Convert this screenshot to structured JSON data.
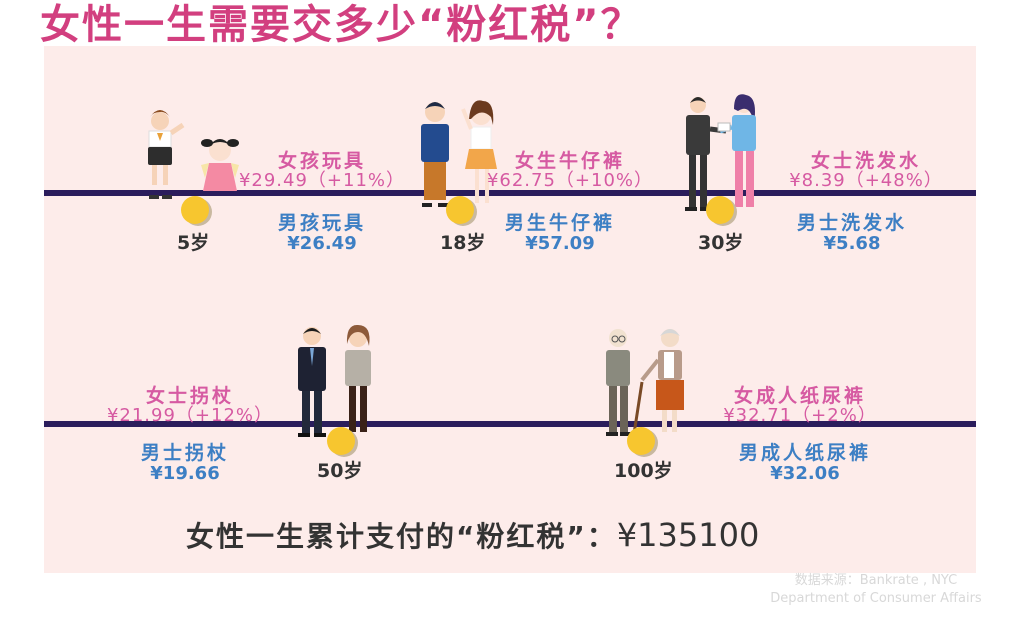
{
  "title": "女性一生需要交多少“粉红税”？",
  "colors": {
    "title": "#d23f7f",
    "female_text": "#d65aa2",
    "male_text": "#3d7fc4",
    "timeline": "#2b1d5c",
    "panel_bg": "#fdecea",
    "coin": "#f7c62f"
  },
  "stages": [
    {
      "age": "5岁",
      "female_item": "女孩玩具",
      "female_price": "¥29.49（+11%）",
      "male_item": "男孩玩具",
      "male_price": "¥26.49"
    },
    {
      "age": "18岁",
      "female_item": "女生牛仔裤",
      "female_price": "¥62.75（+10%）",
      "male_item": "男生牛仔裤",
      "male_price": "¥57.09"
    },
    {
      "age": "30岁",
      "female_item": "女士洗发水",
      "female_price": "¥8.39（+48%）",
      "male_item": "男士洗发水",
      "male_price": "¥5.68"
    },
    {
      "age": "50岁",
      "female_item": "女士拐杖",
      "female_price": "¥21.99（+12%）",
      "male_item": "男士拐杖",
      "male_price": "¥19.66"
    },
    {
      "age": "100岁",
      "female_item": "女成人纸尿裤",
      "female_price": "¥32.71（+2%）",
      "male_item": "男成人纸尿裤",
      "male_price": "¥32.06"
    }
  ],
  "total": {
    "label": "女性一生累计支付的“粉红税”：",
    "amount": "¥135100"
  },
  "source": {
    "line1": "数据来源：Bankrate , NYC",
    "line2": "Department of Consumer Affairs"
  }
}
